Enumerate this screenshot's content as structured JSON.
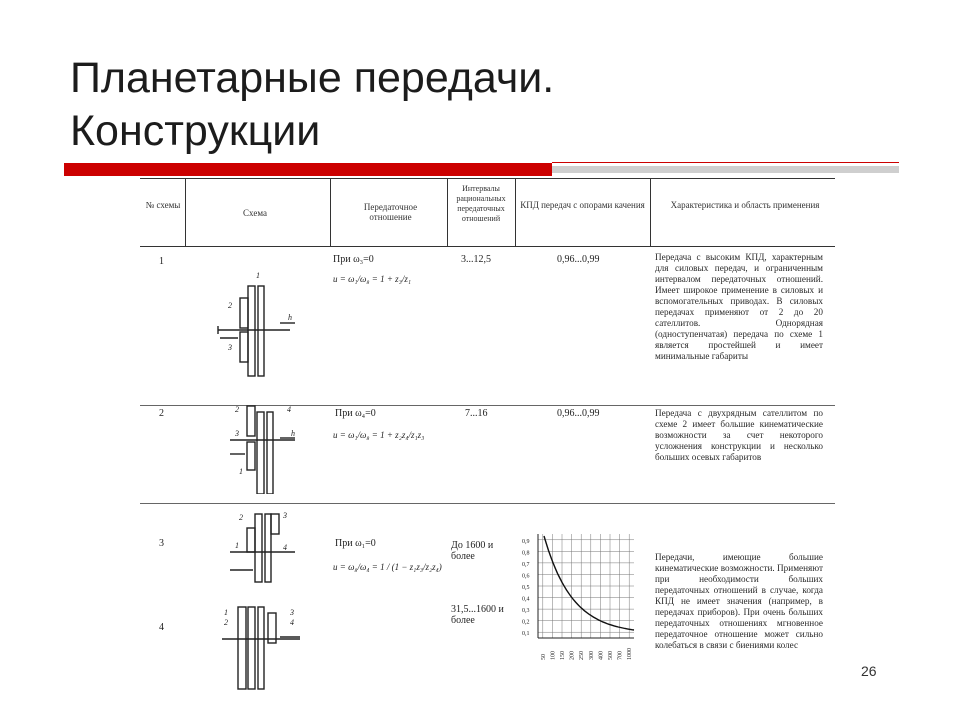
{
  "slide": {
    "title_line1": "Планетарные передачи.",
    "title_line2": "Конструкции",
    "page_number": "26",
    "accent_color": "#cc0000"
  },
  "table": {
    "headers": {
      "num": "№ схемы",
      "scheme": "Схема",
      "ratio": "Передаточное отношение",
      "interval": "Интервалы рациональных передаточных отношений",
      "efficiency": "КПД передач с опорами качения",
      "characteristic": "Характеристика и область применения"
    },
    "rows": [
      {
        "num": "1",
        "ratio_cond": "При ω₃=0",
        "ratio_formula": "u = ω₁/ω₈ = 1 + z₃/z₁",
        "interval": "3...12,5",
        "efficiency": "0,96...0,99",
        "characteristic": "Передача с высоким КПД, характерным для силовых передач, и ограниченным интервалом передаточных отношений. Имеет широкое применение в силовых и вспомогательных приводах. В силовых передачах применяют от 2 до 20 сателлитов. Однорядная (одноступенчатая) передача по схеме 1 является простейшей и имеет минимальные габариты"
      },
      {
        "num": "2",
        "ratio_cond": "При ω₄=0",
        "ratio_formula": "u = ω₁/ω₈ = 1 + z₂z₄/z₁z₃",
        "interval": "7...16",
        "efficiency": "0,96...0,99",
        "characteristic": "Передача с двухрядным сателлитом по схеме 2 имеет большие кинематические возможности за счет некоторого усложнения конструкции и несколько больших осевых габаритов"
      },
      {
        "num": "3",
        "ratio_cond": "При ω₁=0",
        "ratio_formula": "u = ω₈/ω₄ = 1 / (1 − z₁z₃/z₂z₄)",
        "interval": "До 1600 и более",
        "efficiency": "",
        "characteristic": "Передачи, имеющие большие кинематические возможности. Применяют при необходимости больших передаточных отношений в случае, когда КПД не имеет значения (например, в передачах приборов). При очень больших передаточных отношениях мгновенное передаточное отношение может сильно колебаться в связи с биениями колес"
      },
      {
        "num": "4",
        "ratio_cond": "",
        "ratio_formula": "",
        "interval": "31,5...1600 и более",
        "efficiency": "",
        "characteristic": ""
      }
    ],
    "mini_chart": {
      "y_ticks": [
        "0,9",
        "0,8",
        "0,7",
        "0,6",
        "0,5",
        "0,4",
        "0,3",
        "0,2",
        "0,1"
      ],
      "x_ticks": [
        "50",
        "100",
        "150",
        "200",
        "250",
        "300",
        "400",
        "500",
        "700",
        "1000"
      ]
    },
    "labels": {
      "s1_top": "1",
      "s1_a": "2",
      "s1_b": "3",
      "s1_h": "h",
      "s2_a": "2",
      "s2_b": "3",
      "s2_c": "4",
      "s2_h": "h",
      "s2_d": "1",
      "s3_a": "2",
      "s3_b": "3",
      "s3_c": "1",
      "s3_d": "4",
      "s4_a": "1",
      "s4_b": "2",
      "s4_c": "3",
      "s4_d": "4"
    }
  }
}
